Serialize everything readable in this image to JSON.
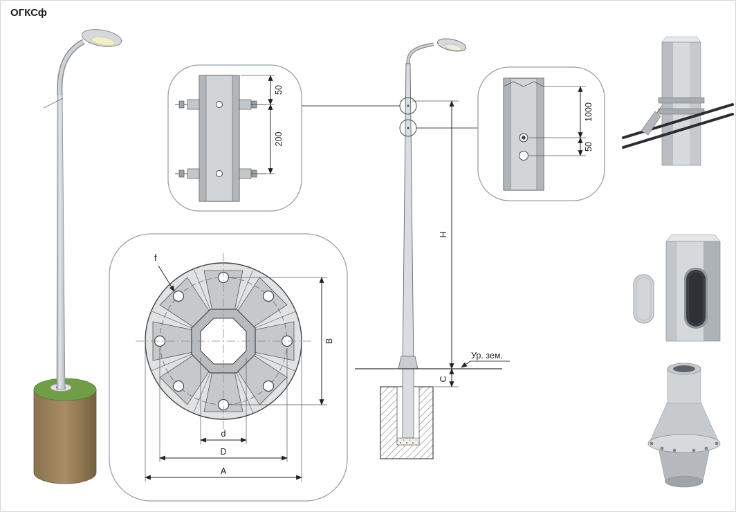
{
  "title": "ОГКСф",
  "top_detail": {
    "dim_top": "50",
    "dim_bottom": "200"
  },
  "right_detail": {
    "dim_top": "1000",
    "dim_bottom": "50"
  },
  "flange_plan": {
    "hole_label": "f",
    "dim_vertical": "B",
    "dim_inner": "d",
    "dim_bolt_circle": "D",
    "dim_outer": "A"
  },
  "elevation": {
    "dim_height": "H",
    "dim_embed": "C",
    "ground_label": "Ур. зем."
  }
}
